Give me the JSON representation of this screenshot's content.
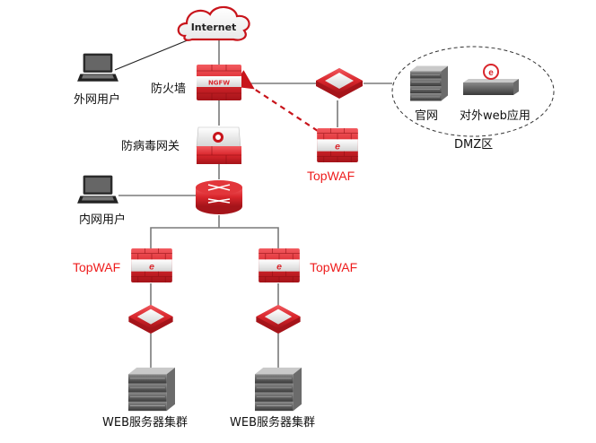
{
  "diagram": {
    "nodes": {
      "internet": {
        "label": "Internet",
        "icon": "cloud-icon"
      },
      "external_user": {
        "label": "外网用户",
        "icon": "laptop-icon"
      },
      "firewall": {
        "label": "防火墙",
        "badge": "NGFW",
        "icon": "firewall-icon"
      },
      "antivirus_gateway": {
        "label": "防病毒网关",
        "icon": "antivirus-gateway-icon"
      },
      "core_router": {
        "icon": "router-icon"
      },
      "internal_user": {
        "label": "内网用户",
        "icon": "laptop-icon"
      },
      "dmz_switch": {
        "icon": "switch-icon"
      },
      "dmz_waf": {
        "label": "TopWAF",
        "icon": "waf-icon"
      },
      "dmz_zone": {
        "label": "DMZ区"
      },
      "official_site": {
        "label": "官网",
        "icon": "server-rack-icon"
      },
      "external_web_app": {
        "label": "对外web应用",
        "icon": "web-server-icon"
      },
      "waf_left": {
        "label": "TopWAF",
        "icon": "waf-icon"
      },
      "waf_right": {
        "label": "TopWAF",
        "icon": "waf-icon"
      },
      "switch_left": {
        "icon": "switch-icon"
      },
      "switch_right": {
        "icon": "switch-icon"
      },
      "cluster_left": {
        "label": "WEB服务器集群",
        "icon": "server-rack-icon"
      },
      "cluster_right": {
        "label": "WEB服务器集群",
        "icon": "server-rack-icon"
      }
    },
    "edges": [
      {
        "from": "external_user",
        "to": "internet",
        "style": "solid"
      },
      {
        "from": "internet",
        "to": "firewall",
        "style": "solid"
      },
      {
        "from": "firewall",
        "to": "dmz_switch",
        "style": "solid"
      },
      {
        "from": "dmz_switch",
        "to": "dmz_zone",
        "style": "solid"
      },
      {
        "from": "dmz_switch",
        "to": "dmz_waf",
        "style": "solid"
      },
      {
        "from": "dmz_waf",
        "to": "firewall",
        "style": "dashed-arrow"
      },
      {
        "from": "firewall",
        "to": "antivirus_gateway",
        "style": "solid"
      },
      {
        "from": "antivirus_gateway",
        "to": "core_router",
        "style": "solid"
      },
      {
        "from": "internal_user",
        "to": "core_router",
        "style": "solid"
      },
      {
        "from": "core_router",
        "to": "waf_left",
        "style": "solid"
      },
      {
        "from": "core_router",
        "to": "waf_right",
        "style": "solid"
      },
      {
        "from": "waf_left",
        "to": "switch_left",
        "style": "solid"
      },
      {
        "from": "waf_right",
        "to": "switch_right",
        "style": "solid"
      },
      {
        "from": "switch_left",
        "to": "cluster_left",
        "style": "solid"
      },
      {
        "from": "switch_right",
        "to": "cluster_right",
        "style": "solid"
      }
    ],
    "colors": {
      "accent_red": "#ee1c1c",
      "device_red": "#d9262c",
      "line_gray": "#7a7a7a",
      "dashed_arrow": "#c8141b"
    }
  }
}
